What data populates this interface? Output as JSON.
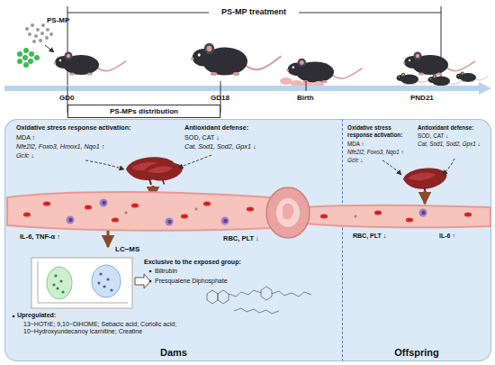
{
  "diagram": {
    "nodes": [
      {
        "text": [
          "PS-MPs distribution"
        ]
      },
      {
        "text": [
          "Dams"
        ]
      },
      {
        "text": [
          "Offspring"
        ]
      }
    ],
    "labels": [
      "PS-MP",
      "PS-MP treatment",
      "GD0",
      "GD18",
      "Birth",
      "PND21",
      "Oxidative stress response activation:",
      "MDA ↑",
      "Nfe2l2, Foxo3, Hmox1, Nqo1 ↑",
      "Gclc ↓",
      "Antioxidant defense:",
      "SOD, CAT ↓",
      "Cat, Sod1, Sod2, Gpx1 ↓",
      "IL-6, TNF-α ↑",
      "RBC, PLT ↓",
      "LC−MS",
      "Exclusive to the exposed group:",
      "Bilirubin",
      "Presqualene Diphosphate",
      "Upregulated:",
      "13−HOTrE; 9,10−DiHOME; Sebacic acid; Coriolic acid; 10−Hydroxyundecanoy lcarnitine; Creatine",
      "Oxidative stress response activation:",
      "MDA ↑",
      "Nfe2l2, Foxo3, Nqo1 ↑",
      "Gclc ↓",
      "Antioxidant defense:",
      "SOD, CAT ↓",
      "Cat, Sod1, Sod2, Gpx1 ↓",
      "RBC, PLT ↓",
      "IL-6 ↑"
    ]
  }
}
